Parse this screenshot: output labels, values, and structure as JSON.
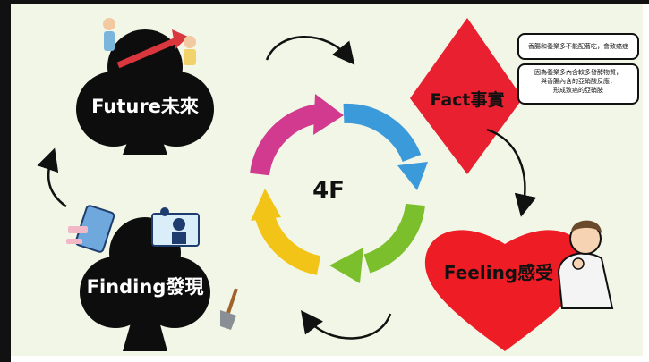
{
  "center_label": "4F",
  "nodes": {
    "future": "Future未來",
    "fact": "Fact事實",
    "feeling": "Feeling感受",
    "finding": "Finding發現"
  },
  "fact_bubble": {
    "top_text": "香腸和養樂多不能配著吃，會致癌症",
    "bottom_line1": "因為養樂多內含較多發酵物質，",
    "bottom_line2": "與香腸內含的亞硝酸反應，",
    "bottom_line3": "形成致癌的亞硝胺"
  },
  "colors": {
    "canvas": "#f1f6e6",
    "club_black": "#0d0d0d",
    "diamond_red": "#e8202f",
    "heart_red": "#ee1c24",
    "arrow_blue": "#3b9ad9",
    "arrow_green": "#7cbf2d",
    "arrow_yellow": "#f2c417",
    "arrow_magenta": "#d23a8f"
  }
}
